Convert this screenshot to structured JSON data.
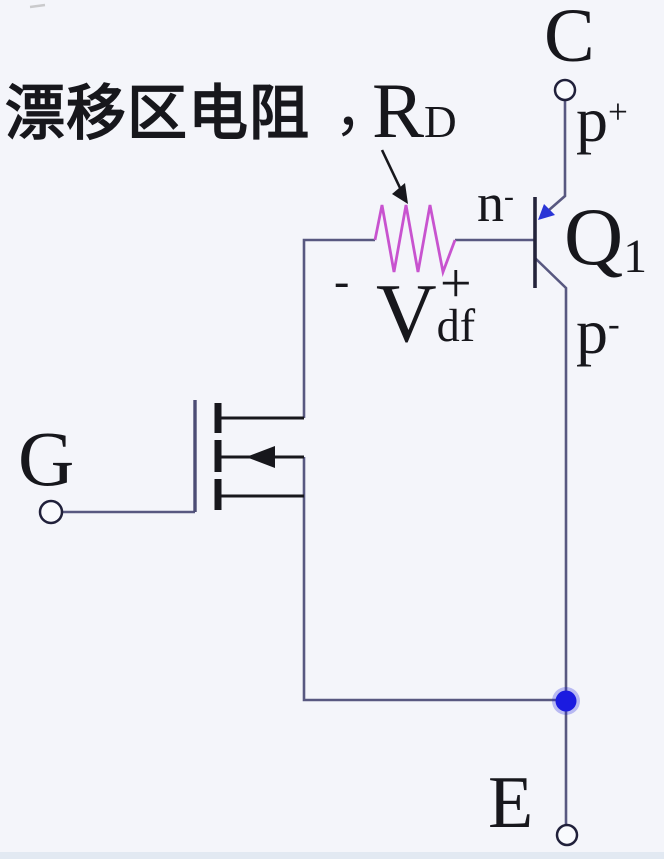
{
  "colors": {
    "bg": "#f4f5fa",
    "wire": "#585880",
    "ink": "#17171c",
    "resistor": "#c853cf",
    "dot": "#1b1be0",
    "arrowblue": "#2a35d6",
    "band": "#e2e9f2"
  },
  "annotation": {
    "label_cn": "漂移区电阻",
    "comma": "，",
    "symbol": "R",
    "subscript": "D"
  },
  "terminals": {
    "collector": "C",
    "gate": "G",
    "emitter": "E"
  },
  "regions": {
    "p_plus_letter": "p",
    "p_plus_sign": "+",
    "n_minus_letter": "n",
    "n_minus_sign": "-",
    "p_minus_letter": "p",
    "p_minus_sign": "-"
  },
  "transistor": {
    "letter": "Q",
    "subscript": "1"
  },
  "voltage": {
    "minus": "-",
    "letter": "V",
    "subscript": "df",
    "plus": "+"
  }
}
